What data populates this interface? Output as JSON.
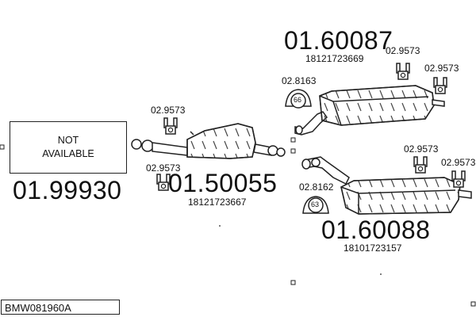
{
  "not_available": {
    "line1": "NOT",
    "line2": "AVAILABLE"
  },
  "parts": {
    "exhaust_front": {
      "number": "01.99930"
    },
    "middle_silencer": {
      "number": "01.50055",
      "oe_ref": "18121723667"
    },
    "rear_silencer_upper": {
      "number": "01.60087",
      "oe_ref": "18121723669"
    },
    "rear_silencer_lower": {
      "number": "01.60088",
      "oe_ref": "18101723157"
    }
  },
  "mounts": [
    {
      "number": "02.9573"
    },
    {
      "number": "02.9573"
    },
    {
      "number": "02.9573"
    },
    {
      "number": "02.9573"
    },
    {
      "number": "02.9573"
    },
    {
      "number": "02.9573"
    }
  ],
  "clamps": [
    {
      "number": "02.8163",
      "size": "66"
    },
    {
      "number": "02.8162",
      "size": "63"
    }
  ],
  "footer_code": "BMW081960A"
}
